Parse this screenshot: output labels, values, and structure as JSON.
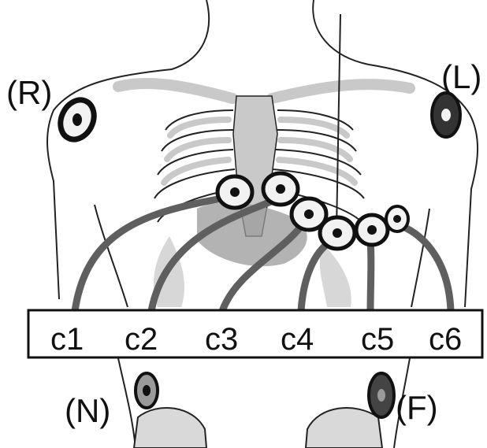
{
  "limb_electrodes": [
    {
      "id": "R",
      "label": "(R)",
      "style": "ring"
    },
    {
      "id": "L",
      "label": "(L)",
      "style": "dark"
    },
    {
      "id": "N",
      "label": "(N)",
      "style": "gray"
    },
    {
      "id": "F",
      "label": "(F)",
      "style": "dark"
    }
  ],
  "chest_leads": [
    "C1",
    "C2",
    "C3",
    "C4",
    "C5",
    "C6"
  ],
  "chest_label_text": [
    "c1",
    "c2",
    "c3",
    "c4",
    "c5",
    "c6"
  ],
  "colors": {
    "outline": "#222222",
    "wire": "#5f5f5f",
    "bone": "#c9c9c9",
    "organ": "#9a9a9a",
    "electrode_ring": "#111111",
    "electrode_fill": "#f2f2f2",
    "label_box_fill": "#ffffff"
  }
}
